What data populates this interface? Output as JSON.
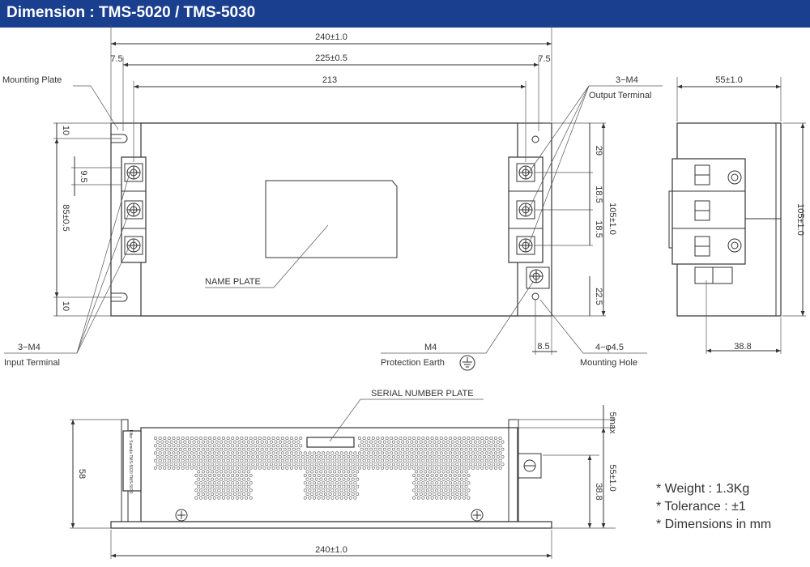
{
  "title": "Dimension : TMS-5020 / TMS-5030",
  "top_view": {
    "dim_overall": "240±1.0",
    "dim_inner": "225±0.5",
    "dim_213": "213",
    "dim_left_75": "7.5",
    "dim_right_75": "7.5",
    "dim_10_top": "10",
    "dim_95": "9.5",
    "dim_85": "85±0.5",
    "dim_10_bottom": "10",
    "dim_29": "29",
    "dim_185_a": "18.5",
    "dim_185_b": "18.5",
    "dim_225": "22.5",
    "dim_105": "105±1.0",
    "dim_85_hole": "8.5",
    "mounting_plate": "Mounting Plate",
    "name_plate": "NAME PLATE",
    "input_terminal_spec": "3−M4",
    "input_terminal": "Input Terminal",
    "output_terminal_spec": "3−M4",
    "output_terminal": "Output Terminal",
    "protection_earth_spec": "M4",
    "protection_earth": "Protection Earth",
    "mounting_hole_spec": "4−φ4.5",
    "mounting_hole": "Mounting Hole"
  },
  "side_view": {
    "dim_width": "55±1.0",
    "dim_height": "105±1.0",
    "dim_388": "38.8"
  },
  "front_view": {
    "serial_plate": "SERIAL NUMBER PLATE",
    "dim_overall": "240±1.0",
    "dim_58": "58",
    "dim_5max": "5max",
    "dim_55": "55±1.0",
    "dim_388": "38.8",
    "label_text": "Filter Sumida TMS-5020 TMS-5030"
  },
  "notes": {
    "weight": "* Weight : 1.3Kg",
    "tolerance": "* Tolerance : ±1",
    "units": "* Dimensions in mm"
  }
}
